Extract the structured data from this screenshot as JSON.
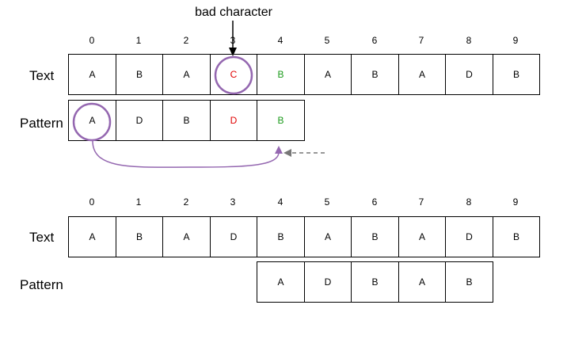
{
  "annotation": {
    "bad_character_label": "bad character"
  },
  "row_labels": {
    "text": "Text",
    "pattern": "Pattern"
  },
  "colors": {
    "mismatch": "#e00000",
    "match": "#1a9a1a",
    "highlight": "#9467b0",
    "shift_arrow": "#777777"
  },
  "step1": {
    "indices": [
      "0",
      "1",
      "2",
      "3",
      "4",
      "5",
      "6",
      "7",
      "8",
      "9"
    ],
    "text": [
      "A",
      "B",
      "A",
      "C",
      "B",
      "A",
      "B",
      "A",
      "D",
      "B"
    ],
    "pattern": [
      "A",
      "D",
      "B",
      "D",
      "B"
    ]
  },
  "step2": {
    "indices": [
      "0",
      "1",
      "2",
      "3",
      "4",
      "5",
      "6",
      "7",
      "8",
      "9"
    ],
    "text": [
      "A",
      "B",
      "A",
      "D",
      "B",
      "A",
      "B",
      "A",
      "D",
      "B"
    ],
    "pattern": [
      "A",
      "D",
      "B",
      "A",
      "B"
    ]
  }
}
